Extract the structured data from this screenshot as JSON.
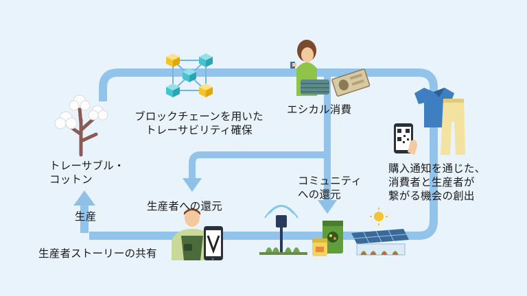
{
  "labels": {
    "blockchain": "ブロックチェーンを用いた\nトレーサビリティ確保",
    "ethical": "エシカル消費",
    "traceable_cotton": "トレーサブル・\nコットン",
    "community": "コミュニティ\nへの還元",
    "purchase": "購入通知を通じた、\n消費者と生産者が\n繋がる機会の創出",
    "producer_return": "生産者への還元",
    "production": "生産",
    "story": "生産者ストーリーの共有"
  },
  "colors": {
    "flow": "#92c3ea",
    "arrow": "#8ec0e8",
    "background": "#e9f3fb"
  },
  "icons": {
    "blockchain": "blockchain-cubes-icon",
    "shopper": "shopper-with-basket-icon",
    "money": "yen-banknote-icon",
    "cotton": "cotton-plant-icon",
    "clothes": "shirt-and-pants-icon",
    "phone_qr": "qr-phone-icon",
    "farmer": "farmer-with-phone-icon",
    "irrigation": "irrigation-sprinkler-icon",
    "seeds": "seed-bag-icon",
    "solar": "solar-panel-greenhouse-icon"
  }
}
